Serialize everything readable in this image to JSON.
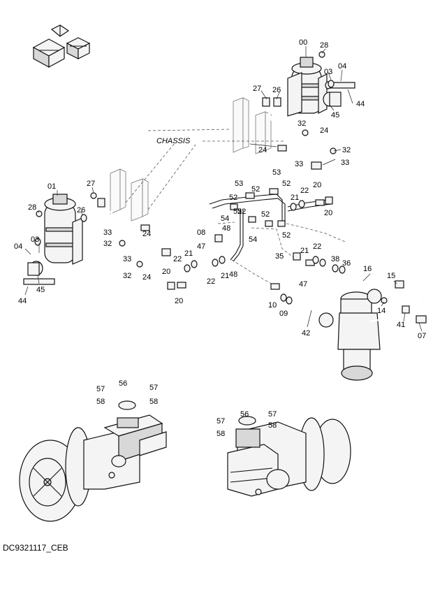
{
  "diagram": {
    "chassis_label": "CHASSIS",
    "drawing_ref": "DC9321117_CEB",
    "labels": [
      "00",
      "28",
      "04",
      "03",
      "27",
      "26",
      "44",
      "45",
      "32",
      "24",
      "33",
      "33",
      "32",
      "24",
      "53",
      "52",
      "52",
      "22",
      "20",
      "21",
      "20",
      "53",
      "52",
      "52",
      "52",
      "54",
      "48",
      "52",
      "54",
      "52",
      "01",
      "27",
      "28",
      "26",
      "04",
      "03",
      "45",
      "44",
      "33",
      "32",
      "32",
      "24",
      "33",
      "24",
      "20",
      "20",
      "21",
      "22",
      "08",
      "47",
      "48",
      "22",
      "21",
      "35",
      "21",
      "22",
      "38",
      "36",
      "16",
      "15",
      "14",
      "41",
      "07",
      "47",
      "10",
      "09",
      "42",
      "57",
      "56",
      "57",
      "58",
      "58",
      "57",
      "56",
      "57",
      "58",
      "58"
    ]
  }
}
